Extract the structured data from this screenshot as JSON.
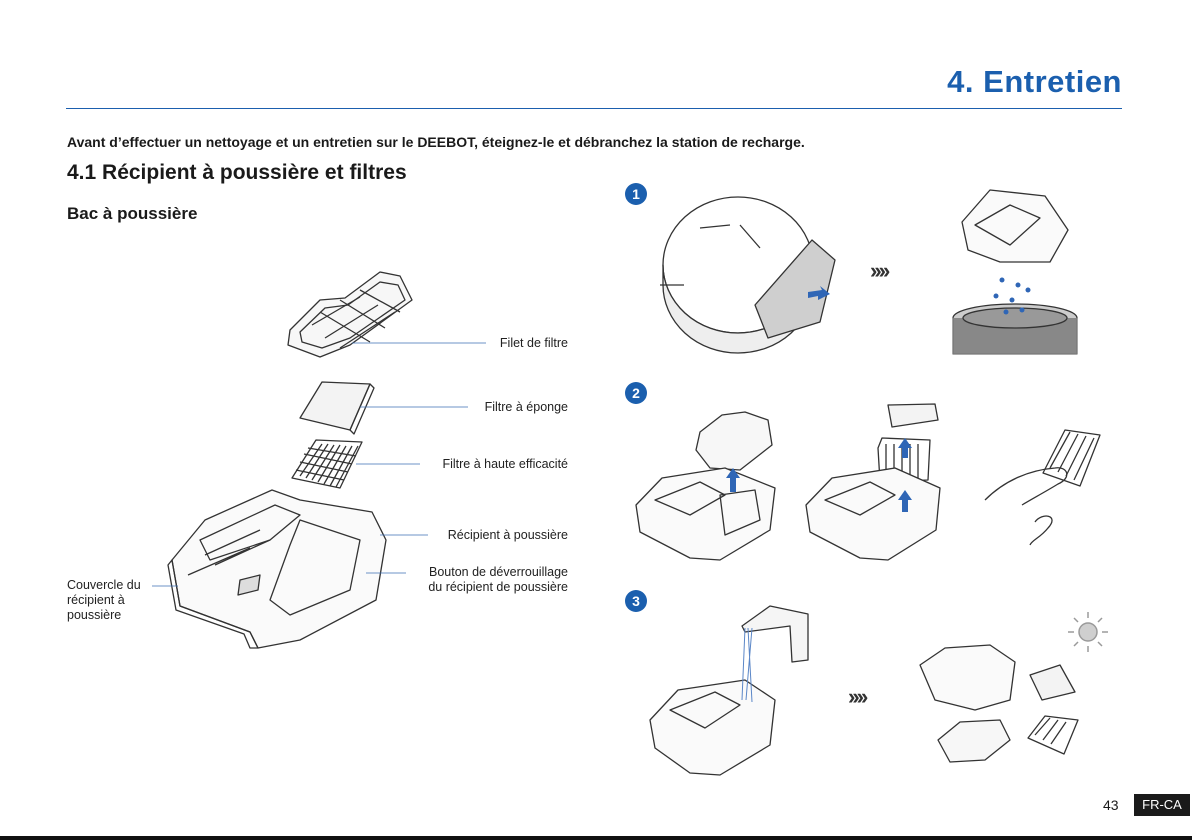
{
  "header": {
    "section_title": "4. Entretien"
  },
  "warning": "Avant d’effectuer un nettoyage et un entretien sur le DEEBOT, éteignez-le et débranchez la station de recharge.",
  "subsection_title": "4.1 Récipient à poussière et filtres",
  "dustbin_title": "Bac à poussière",
  "callouts": {
    "filter_net": "Filet de filtre",
    "sponge_filter": "Filtre à éponge",
    "hepa_filter": "Filtre à haute efficacité",
    "dust_bin": "Récipient à poussière",
    "release_button": [
      "Bouton de déverrouillage",
      "du récipient de poussière"
    ],
    "bin_lid": [
      "Couvercle du",
      "récipient à",
      "poussière"
    ]
  },
  "steps": [
    "1",
    "2",
    "3"
  ],
  "arrows": "››››",
  "icons": [
    "sun-icon"
  ],
  "footer": {
    "page_number": "43",
    "language": "FR-CA"
  },
  "colors": {
    "accent": "#1b5fae",
    "text": "#1a1a1a"
  }
}
